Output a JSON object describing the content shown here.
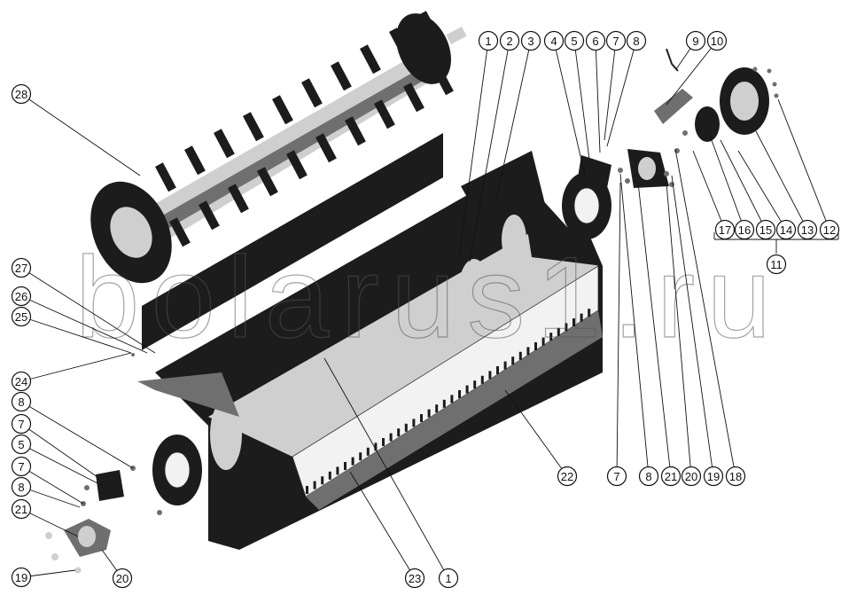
{
  "watermark": "bolarus1.ru",
  "callouts": [
    {
      "id": "c-1-top",
      "label": "1"
    },
    {
      "id": "c-2",
      "label": "2"
    },
    {
      "id": "c-3",
      "label": "3"
    },
    {
      "id": "c-4",
      "label": "4"
    },
    {
      "id": "c-5-top",
      "label": "5"
    },
    {
      "id": "c-6",
      "label": "6"
    },
    {
      "id": "c-7-top",
      "label": "7"
    },
    {
      "id": "c-8-top",
      "label": "8"
    },
    {
      "id": "c-9",
      "label": "9"
    },
    {
      "id": "c-10",
      "label": "10"
    },
    {
      "id": "c-17",
      "label": "17"
    },
    {
      "id": "c-16",
      "label": "16"
    },
    {
      "id": "c-15",
      "label": "15"
    },
    {
      "id": "c-14",
      "label": "14"
    },
    {
      "id": "c-13",
      "label": "13"
    },
    {
      "id": "c-12",
      "label": "12"
    },
    {
      "id": "c-11",
      "label": "11"
    },
    {
      "id": "c-28",
      "label": "28"
    },
    {
      "id": "c-27",
      "label": "27"
    },
    {
      "id": "c-26",
      "label": "26"
    },
    {
      "id": "c-25",
      "label": "25"
    },
    {
      "id": "c-24",
      "label": "24"
    },
    {
      "id": "c-8-left",
      "label": "8"
    },
    {
      "id": "c-7-left",
      "label": "7"
    },
    {
      "id": "c-5-left",
      "label": "5"
    },
    {
      "id": "c-7-left2",
      "label": "7"
    },
    {
      "id": "c-8-left2",
      "label": "8"
    },
    {
      "id": "c-21-left",
      "label": "21"
    },
    {
      "id": "c-19-left",
      "label": "19"
    },
    {
      "id": "c-20-left",
      "label": "20"
    },
    {
      "id": "c-22",
      "label": "22"
    },
    {
      "id": "c-7-bot",
      "label": "7"
    },
    {
      "id": "c-8-bot",
      "label": "8"
    },
    {
      "id": "c-21-bot",
      "label": "21"
    },
    {
      "id": "c-20-bot",
      "label": "20"
    },
    {
      "id": "c-19-bot",
      "label": "19"
    },
    {
      "id": "c-18",
      "label": "18"
    },
    {
      "id": "c-23",
      "label": "23"
    },
    {
      "id": "c-1-bot",
      "label": "1"
    }
  ]
}
